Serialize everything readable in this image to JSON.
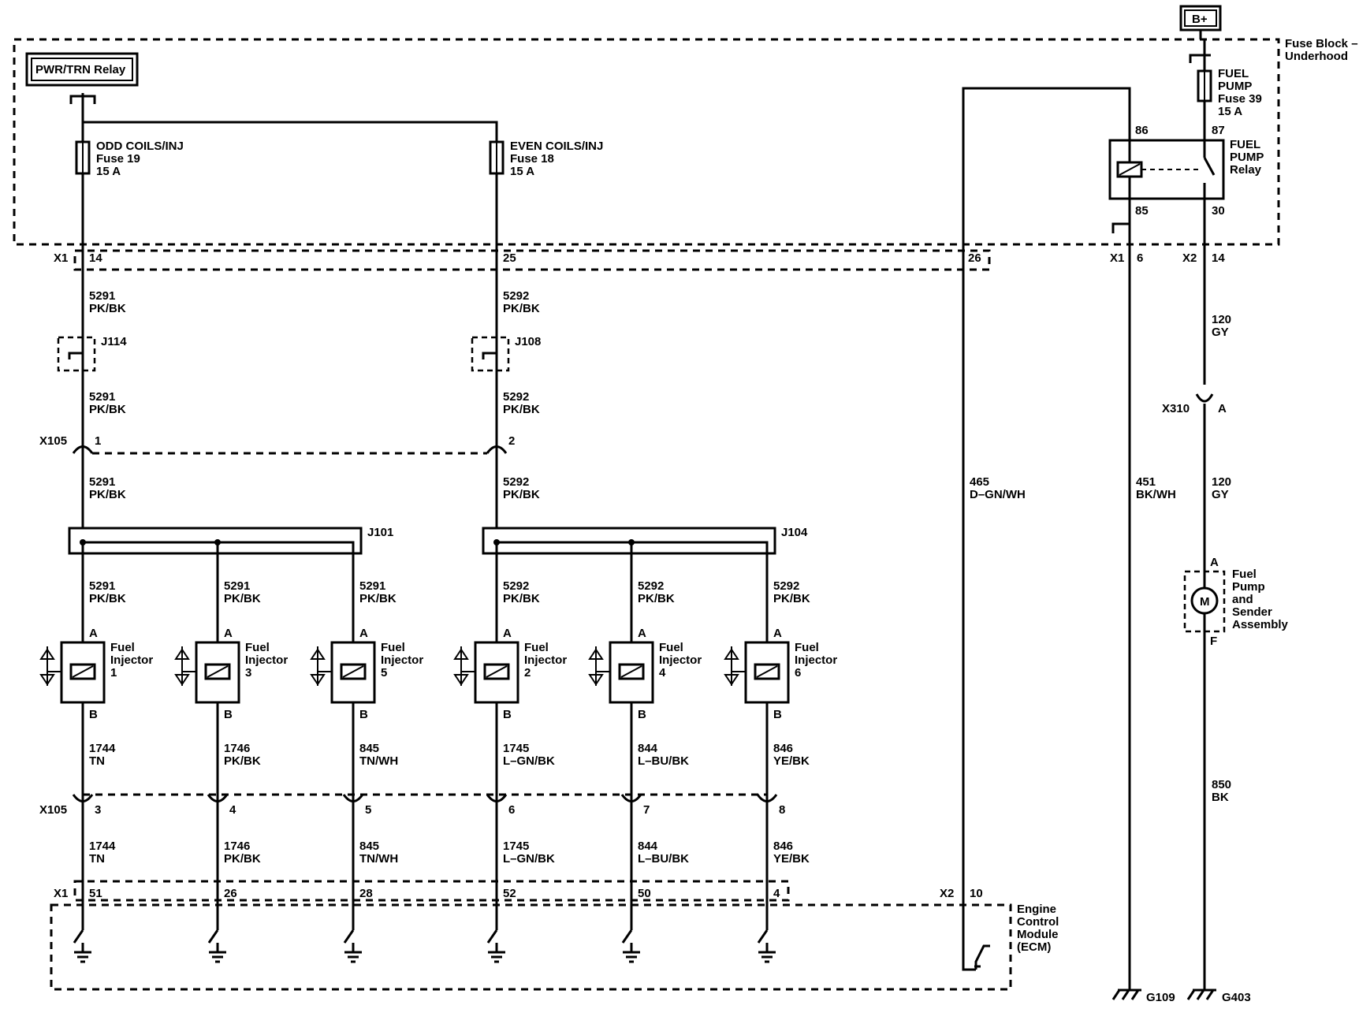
{
  "labels": {
    "b_plus": "B+",
    "pwr_relay": "PWR/TRN Relay",
    "fuse_block_1": "Fuse Block –",
    "fuse_block_2": "Underhood",
    "fuse19_1": "ODD COILS/INJ",
    "fuse19_2": "Fuse 19",
    "fuse19_3": "15 A",
    "fuse18_1": "EVEN COILS/INJ",
    "fuse18_2": "Fuse 18",
    "fuse18_3": "15 A",
    "fuse39_1": "FUEL",
    "fuse39_2": "PUMP",
    "fuse39_3": "Fuse 39",
    "fuse39_4": "15 A",
    "relay_1": "FUEL",
    "relay_2": "PUMP",
    "relay_3": "Relay",
    "pin86": "86",
    "pin87": "87",
    "pin85": "85",
    "pin30": "30",
    "x1": "X1",
    "x2": "X2",
    "x1_14": "14",
    "x1_25": "25",
    "x1_26": "26",
    "x1_6": "6",
    "x2_14": "14",
    "w5291": "5291",
    "w5292": "5292",
    "pkbk": "PK/BK",
    "j114": "J114",
    "j108": "J108",
    "j101": "J101",
    "j104": "J104",
    "x105": "X105",
    "x105_1": "1",
    "x105_2": "2",
    "x105_3": "3",
    "x105_4": "4",
    "x105_5": "5",
    "x105_6": "6",
    "x105_7": "7",
    "x105_8": "8",
    "w465": "465",
    "dgnwh": "D–GN/WH",
    "w451": "451",
    "bkwh": "BK/WH",
    "w120": "120",
    "gy": "GY",
    "x310": "X310",
    "x310_a": "A",
    "pump_a": "A",
    "pump_f": "F",
    "pump_1": "Fuel",
    "pump_2": "Pump",
    "pump_3": "and",
    "pump_4": "Sender",
    "pump_5": "Assembly",
    "motor": "M",
    "w850": "850",
    "bk": "BK",
    "pin_a": "A",
    "pin_b": "B",
    "fuel": "Fuel",
    "injector": "Injector",
    "inj1": "1",
    "inj3": "3",
    "inj5": "5",
    "inj2": "2",
    "inj4": "4",
    "inj6": "6",
    "w1744": "1744",
    "tn": "TN",
    "w1746": "1746",
    "w845": "845",
    "tnwh": "TN/WH",
    "w1745": "1745",
    "lgnbk": "L–GN/BK",
    "w844": "844",
    "lbubk": "L–BU/BK",
    "w846": "846",
    "yebk": "YE/BK",
    "x1_51": "51",
    "x1_26b": "26",
    "x1_28": "28",
    "x1_52": "52",
    "x1_50": "50",
    "x1_4": "4",
    "x2_10": "10",
    "ecm_1": "Engine",
    "ecm_2": "Control",
    "ecm_3": "Module",
    "ecm_4": "(ECM)",
    "g109": "G109",
    "g403": "G403"
  }
}
